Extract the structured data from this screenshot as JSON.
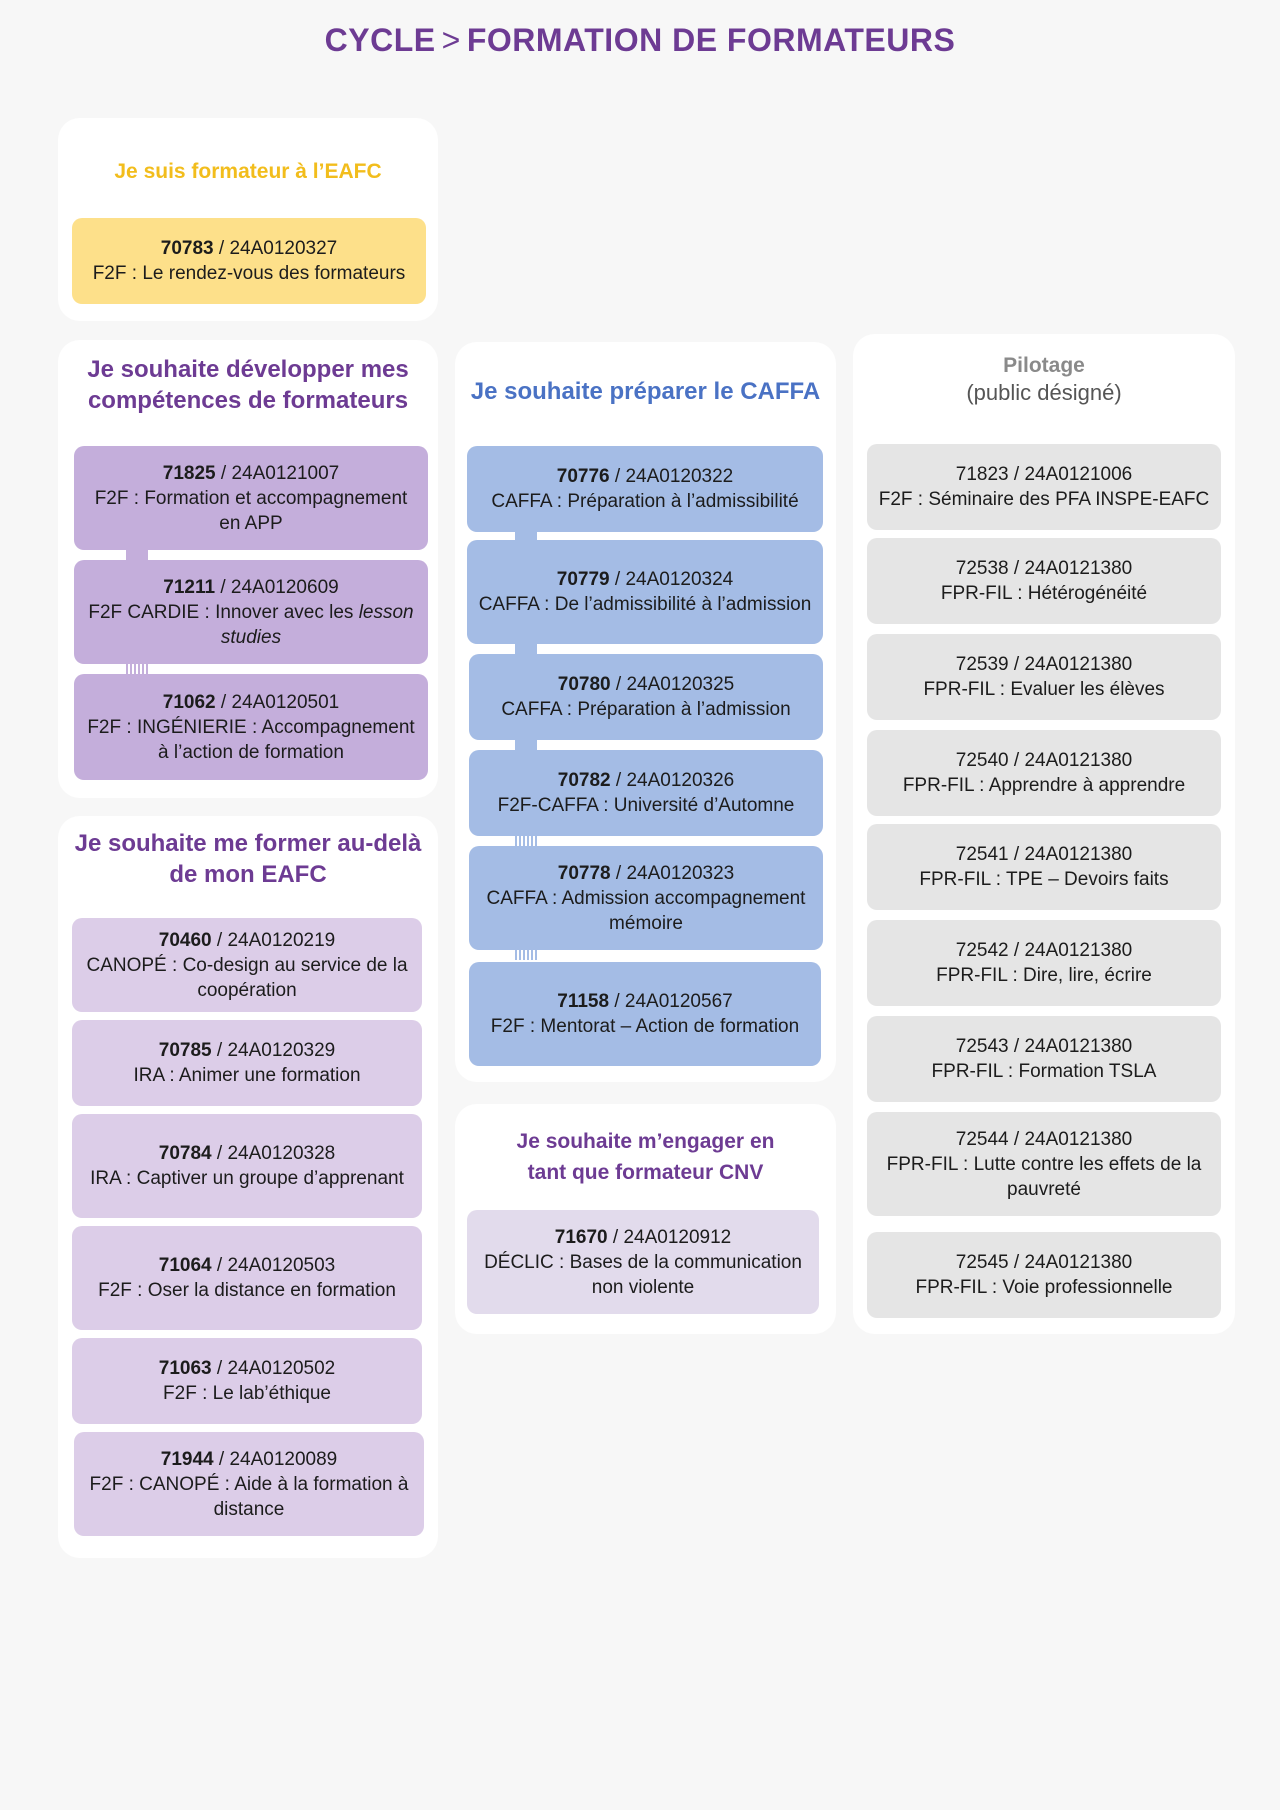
{
  "title": {
    "left": "CYCLE",
    "separator": ">",
    "right": "FORMATION DE FORMATEURS"
  },
  "colors": {
    "title": "#6d3b93",
    "yellow_heading": "#f2bd1c",
    "purple_heading": "#6d3b93",
    "blue_heading": "#4a72c4",
    "grey_heading": "#8a8a8a"
  },
  "panels": {
    "eafc": {
      "title": "Je suis formateur à l’EAFC",
      "cards": [
        {
          "code": "70783",
          "ref": "24A0120327",
          "prefix": "F2F",
          "text": "Le rendez-vous des formateurs"
        }
      ]
    },
    "dev": {
      "title_line1": "Je souhaite développer mes",
      "title_line2": "compétences de formateurs",
      "cards": [
        {
          "code": "71825",
          "ref": "24A0121007",
          "prefix": "F2F",
          "text": "Formation et accompagnement en APP"
        },
        {
          "code": "71211",
          "ref": "24A0120609",
          "prefix": "F2F CARDIE",
          "text": "Innover avec les",
          "italic": "lesson studies"
        },
        {
          "code": "71062",
          "ref": "24A0120501",
          "prefix": "F2F",
          "text": "INGÉNIERIE : Accompagnement à l’action de formation"
        }
      ]
    },
    "beyond": {
      "title_line1": "Je souhaite me former au-delà",
      "title_line2": "de mon EAFC",
      "cards": [
        {
          "code": "70460",
          "ref": "24A0120219",
          "prefix": "CANOPÉ",
          "text": "Co-design au service de la coopération"
        },
        {
          "code": "70785",
          "ref": "24A0120329",
          "prefix": "IRA",
          "text": "Animer une formation"
        },
        {
          "code": "70784",
          "ref": "24A0120328",
          "prefix": "IRA",
          "text": "Captiver un groupe d’apprenant"
        },
        {
          "code": "71064",
          "ref": "24A0120503",
          "prefix": "F2F",
          "text": "Oser la distance en formation"
        },
        {
          "code": "71063",
          "ref": "24A0120502",
          "prefix": "F2F",
          "text": "Le lab’éthique"
        },
        {
          "code": "71944",
          "ref": "24A0120089",
          "prefix": "F2F : CANOPÉ",
          "text": "Aide à la formation à distance"
        }
      ]
    },
    "caffa": {
      "title": "Je souhaite préparer le CAFFA",
      "cards": [
        {
          "code": "70776",
          "ref": "24A0120322",
          "prefix": "CAFFA",
          "text": "Préparation à l’admissibilité"
        },
        {
          "code": "70779",
          "ref": "24A0120324",
          "prefix": "CAFFA",
          "text": "De l’admissibilité à l’admission"
        },
        {
          "code": "70780",
          "ref": "24A0120325",
          "prefix": "CAFFA",
          "text": "Préparation à l’admission"
        },
        {
          "code": "70782",
          "ref": "24A0120326",
          "prefix": "F2F-CAFFA",
          "text": "Université d’Automne"
        },
        {
          "code": "70778",
          "ref": "24A0120323",
          "prefix": "CAFFA",
          "text": "Admission accompagnement mémoire"
        },
        {
          "code": "71158",
          "ref": "24A0120567",
          "prefix": "F2F",
          "text": "Mentorat – Action de formation"
        }
      ]
    },
    "cnv": {
      "title_line1": "Je souhaite m’engager en",
      "title_line2": "tant que formateur CNV",
      "cards": [
        {
          "code": "71670",
          "ref": "24A0120912",
          "prefix": "DÉCLIC",
          "text": "Bases de la communication non violente"
        }
      ]
    },
    "pilotage": {
      "title": "Pilotage",
      "subtitle": "(public désigné)",
      "cards": [
        {
          "code": "71823",
          "ref": "24A0121006",
          "prefix": "F2F",
          "text": "Séminaire des PFA INSPE-EAFC"
        },
        {
          "code": "72538",
          "ref": "24A0121380",
          "prefix": "FPR-FIL",
          "text": "Hétérogénéité"
        },
        {
          "code": "72539",
          "ref": "24A0121380",
          "prefix": "FPR-FIL",
          "text": "Evaluer les élèves"
        },
        {
          "code": "72540",
          "ref": "24A0121380",
          "prefix": "FPR-FIL",
          "text": "Apprendre à apprendre"
        },
        {
          "code": "72541",
          "ref": "24A0121380",
          "prefix": "FPR-FIL",
          "text": "TPE – Devoirs faits"
        },
        {
          "code": "72542",
          "ref": "24A0121380",
          "prefix": "FPR-FIL",
          "text": "Dire, lire, écrire"
        },
        {
          "code": "72543",
          "ref": "24A0121380",
          "prefix": "FPR-FIL",
          "text": "Formation TSLA"
        },
        {
          "code": "72544",
          "ref": "24A0121380",
          "prefix": "FPR-FIL",
          "text": "Lutte contre les effets de la pauvreté"
        },
        {
          "code": "72545",
          "ref": "24A0121380",
          "prefix": "FPR-FIL",
          "text": "Voie professionnelle"
        }
      ]
    }
  }
}
